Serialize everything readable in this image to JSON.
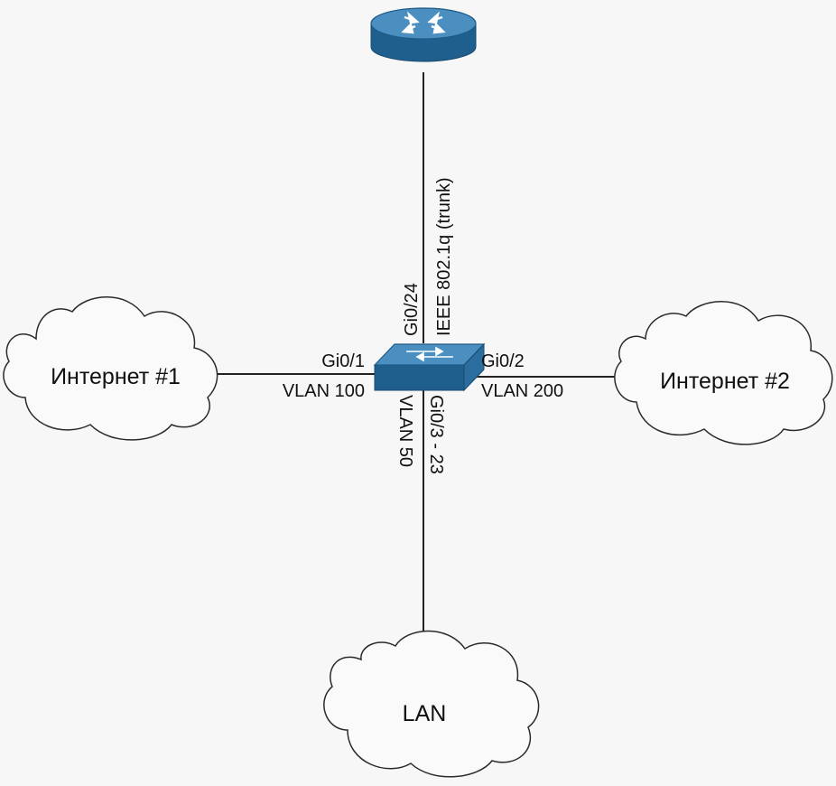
{
  "router": {
    "icon": "router-icon"
  },
  "switch": {
    "icon": "switch-icon"
  },
  "clouds": {
    "internet1": "Интернет #1",
    "internet2": "Интернет #2",
    "lan": "LAN"
  },
  "links": {
    "trunk": {
      "port": "Gi0/24",
      "label": "IEEE 802.1q (trunk)"
    },
    "internet1": {
      "port": "Gi0/1",
      "vlan": "VLAN 100"
    },
    "internet2": {
      "port": "Gi0/2",
      "vlan": "VLAN 200"
    },
    "lan": {
      "port": "Gi0/3 - 23",
      "vlan": "VLAN 50"
    }
  },
  "colors": {
    "device_blue": "#2a6d9e",
    "device_top": "#4a8fc0",
    "line": "#222222",
    "cloud_fill": "#fafafa"
  }
}
